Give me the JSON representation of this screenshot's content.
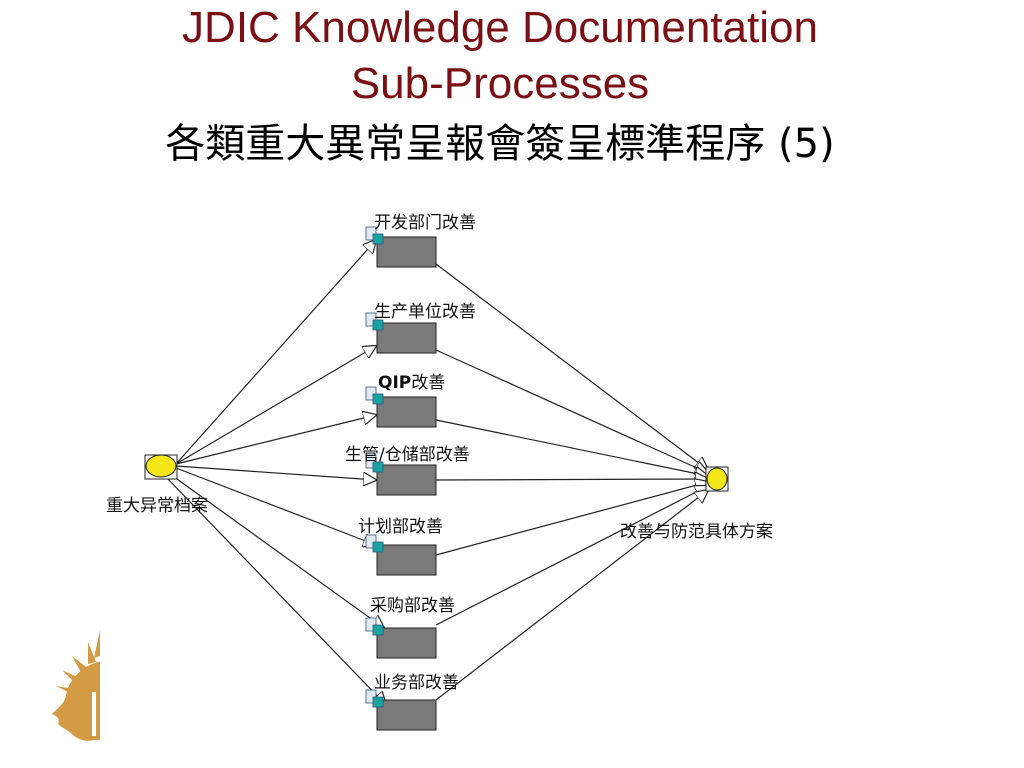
{
  "title": {
    "line1": "JDIC Knowledge Documentation",
    "line2": "Sub-Processes",
    "line3_cjk": "各類重大異常呈報會簽呈標準程序",
    "line3_suffix": "(5)"
  },
  "colors": {
    "title_text": "#7a0f14",
    "box_fill": "#7a7a7a",
    "endpoint_fill": "#f5e61a",
    "logo_color": "#d49b45"
  },
  "diagram": {
    "source": {
      "label": "重大异常档案",
      "icon": "yellow-circle-icon"
    },
    "target": {
      "label": "改善与防范具体方案",
      "icon": "yellow-circle-icon"
    },
    "steps": [
      {
        "label_bold": "",
        "label": "开发部门改善"
      },
      {
        "label_bold": "",
        "label": "生产单位改善"
      },
      {
        "label_bold": "QIP",
        "label": "改善"
      },
      {
        "label_bold": "",
        "label": "生管/仓储部改善"
      },
      {
        "label_bold": "",
        "label": "计划部改善"
      },
      {
        "label_bold": "",
        "label": "采购部改善"
      },
      {
        "label_bold": "",
        "label": "业务部改善"
      }
    ],
    "step_icon": "document-plus-icon"
  },
  "logo": {
    "icon": "native-chief-head-logo"
  }
}
